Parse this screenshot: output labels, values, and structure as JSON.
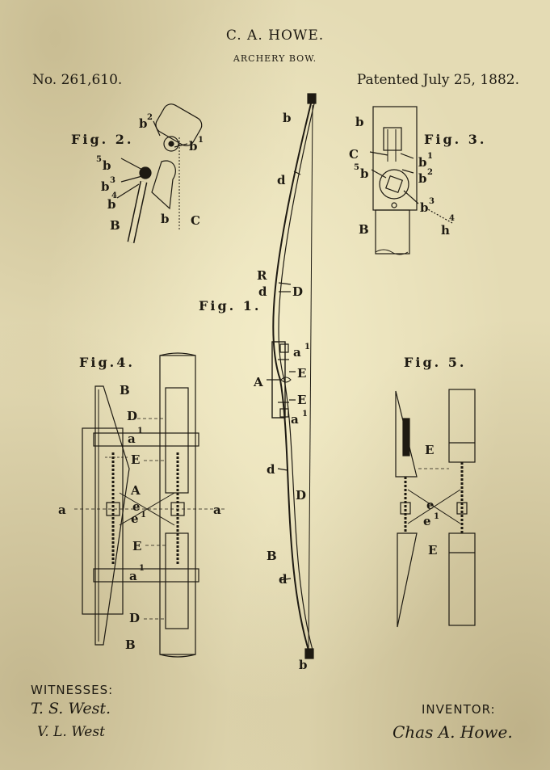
{
  "header": {
    "inventor_name": "C. A. HOWE.",
    "invention_title": "ARCHERY BOW.",
    "patent_number": "No. 261,610.",
    "patent_date": "Patented July 25, 1882."
  },
  "figures": {
    "fig1": "Fig. 1.",
    "fig2": "Fig. 2.",
    "fig3": "Fig. 3.",
    "fig4": "Fig.4.",
    "fig5": "Fig. 5."
  },
  "labels": {
    "b": "b",
    "B": "B",
    "C": "C",
    "D": "D",
    "d": "d",
    "E": "E",
    "A": "A",
    "a": "a",
    "R": "R",
    "e": "e",
    "a1": "a",
    "b1": "b",
    "b2": "b",
    "b3": "b",
    "b4": "b",
    "b5": "b",
    "e1": "e",
    "h": "h",
    "sup1": "1",
    "sup2": "2",
    "sup3": "3",
    "sup4": "4",
    "sup5": "5"
  },
  "footer": {
    "witnesses_label": "WITNESSES:",
    "witness_1": "T. S. West.",
    "witness_2": "V. L. West",
    "inventor_label": "INVENTOR:",
    "inventor_signature": "Chas A. Howe."
  },
  "colors": {
    "paper": "#e4dbb4",
    "ink": "#1e1a12"
  }
}
